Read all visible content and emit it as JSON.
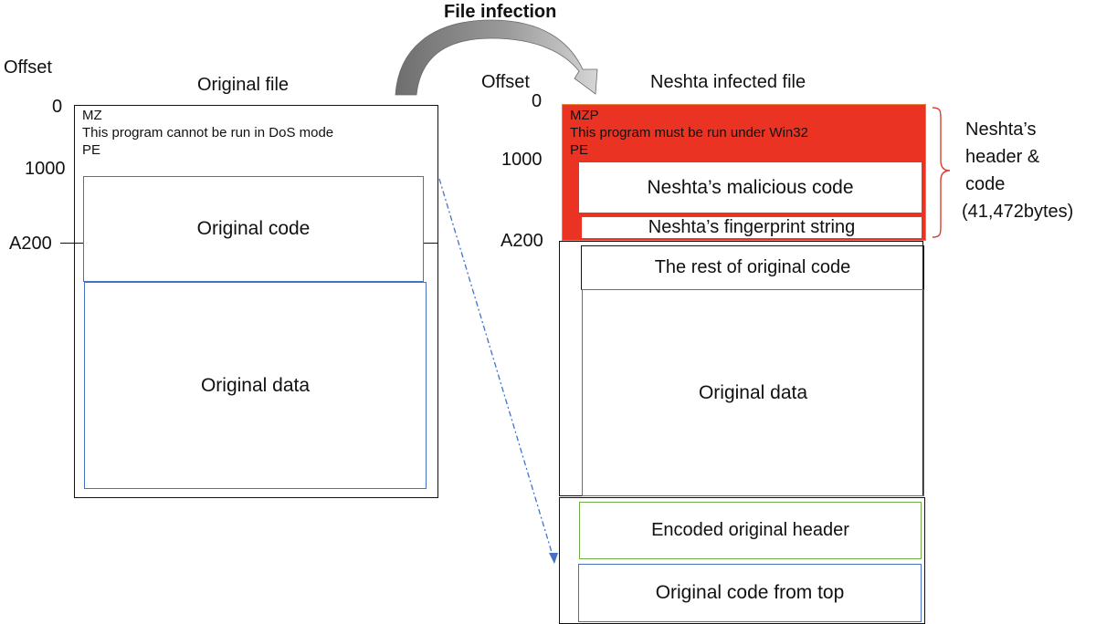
{
  "title": "File infection",
  "left": {
    "offset_label": "Offset",
    "file_title": "Original file",
    "offsets": [
      "0",
      "1000",
      "A200"
    ],
    "header_lines": [
      "MZ",
      "This program cannot be run in DoS mode",
      "PE"
    ],
    "code_label": "Original code",
    "data_label": "Original data"
  },
  "right": {
    "offset_label": "Offset",
    "file_title": "Neshta infected file",
    "offsets": [
      "0",
      "1000",
      "A200"
    ],
    "header_lines": [
      "MZP",
      "This program must be run under Win32",
      "PE"
    ],
    "malicious_code_label": "Neshta’s malicious code",
    "fingerprint_label": "Neshta’s fingerprint string",
    "rest_code_label": "The rest of original code",
    "data_label": "Original data",
    "encoded_header_label": "Encoded original header",
    "code_from_top_label": "Original code from top",
    "brace_annotation": [
      "Neshta’s",
      "header &",
      "code",
      "(41,472bytes)"
    ]
  },
  "colors": {
    "neshta_red": "#ea3323",
    "neshta_border": "#e8833a",
    "code_blue": "#4472c4",
    "encoded_green": "#70ad47",
    "arrow_gray": "#8c8c8c"
  }
}
